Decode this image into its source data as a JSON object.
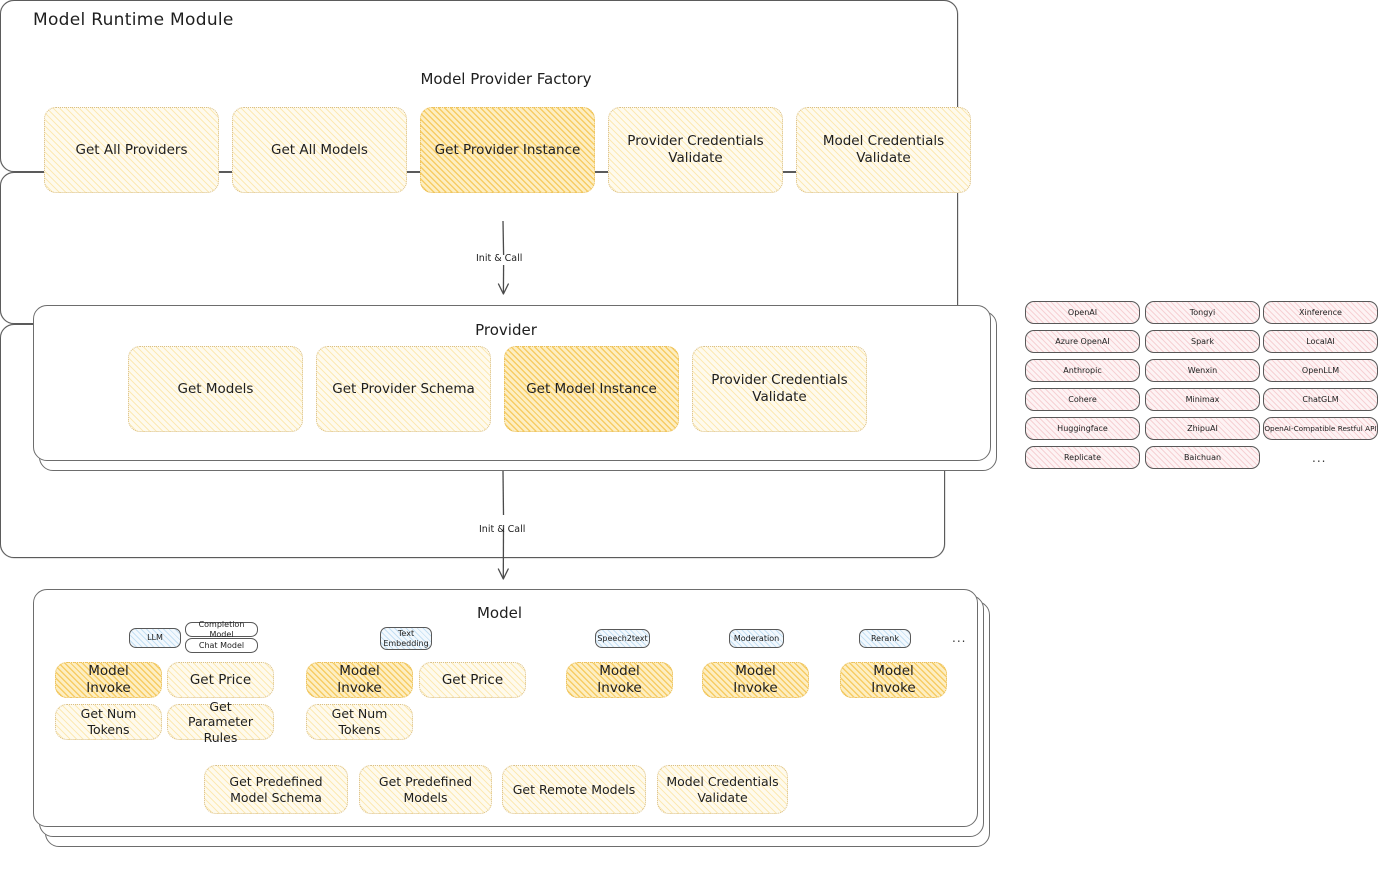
{
  "page": {
    "title": "Model Runtime Module"
  },
  "factory": {
    "title": "Model Provider Factory",
    "nodes": [
      {
        "label": "Get All Providers",
        "highlight": false
      },
      {
        "label": "Get All Models",
        "highlight": false
      },
      {
        "label": "Get Provider Instance",
        "highlight": true
      },
      {
        "label": "Provider Credentials Validate",
        "highlight": false
      },
      {
        "label": "Model Credentials Validate",
        "highlight": false
      }
    ]
  },
  "connector_1": {
    "label": "Init & Call"
  },
  "provider": {
    "title": "Provider",
    "nodes": [
      {
        "label": "Get Models",
        "highlight": false
      },
      {
        "label": "Get Provider Schema",
        "highlight": false
      },
      {
        "label": "Get Model Instance",
        "highlight": true
      },
      {
        "label": "Provider Credentials Validate",
        "highlight": false
      }
    ]
  },
  "connector_2": {
    "label": "Init & Call"
  },
  "provider_list": {
    "columns": [
      [
        "OpenAI",
        "Azure OpenAI",
        "Anthropic",
        "Cohere",
        "Huggingface",
        "Replicate"
      ],
      [
        "Tongyi",
        "Spark",
        "Wenxin",
        "Minimax",
        "ZhipuAI",
        "Baichuan"
      ],
      [
        "Xinference",
        "LocalAI",
        "OpenLLM",
        "ChatGLM",
        "OpenAI-Compatible Restful API"
      ]
    ],
    "ellipsis": "..."
  },
  "model": {
    "title": "Model",
    "ellipsis": "...",
    "groups": [
      {
        "tag": "LLM",
        "subtags": [
          "Completion Model",
          "Chat Model"
        ],
        "nodes": [
          {
            "label": "Model Invoke",
            "highlight": true
          },
          {
            "label": "Get Price",
            "highlight": false
          },
          {
            "label": "Get Num Tokens",
            "highlight": false
          },
          {
            "label": "Get Parameter Rules",
            "highlight": false
          }
        ]
      },
      {
        "tag": "Text Embedding",
        "subtags": [],
        "nodes": [
          {
            "label": "Model Invoke",
            "highlight": true
          },
          {
            "label": "Get Price",
            "highlight": false
          },
          {
            "label": "Get Num Tokens",
            "highlight": false
          }
        ]
      },
      {
        "tag": "Speech2text",
        "subtags": [],
        "nodes": [
          {
            "label": "Model Invoke",
            "highlight": true
          }
        ]
      },
      {
        "tag": "Moderation",
        "subtags": [],
        "nodes": [
          {
            "label": "Model Invoke",
            "highlight": true
          }
        ]
      },
      {
        "tag": "Rerank",
        "subtags": [],
        "nodes": [
          {
            "label": "Model Invoke",
            "highlight": true
          }
        ]
      }
    ],
    "shared_nodes": [
      {
        "label": "Get Predefined Model Schema",
        "highlight": false
      },
      {
        "label": "Get Predefined Models",
        "highlight": false
      },
      {
        "label": "Get Remote Models",
        "highlight": false
      },
      {
        "label": "Model Credentials Validate",
        "highlight": false
      }
    ]
  },
  "colors": {
    "stroke": "#5b5b5b",
    "text": "#1e1e1e",
    "node_fill": "#fefaed",
    "node_highlight_fill": "#fdeec2",
    "tag_fill": "#f2f8fd",
    "pill_fill": "#fdf3f4",
    "background": "#ffffff"
  }
}
